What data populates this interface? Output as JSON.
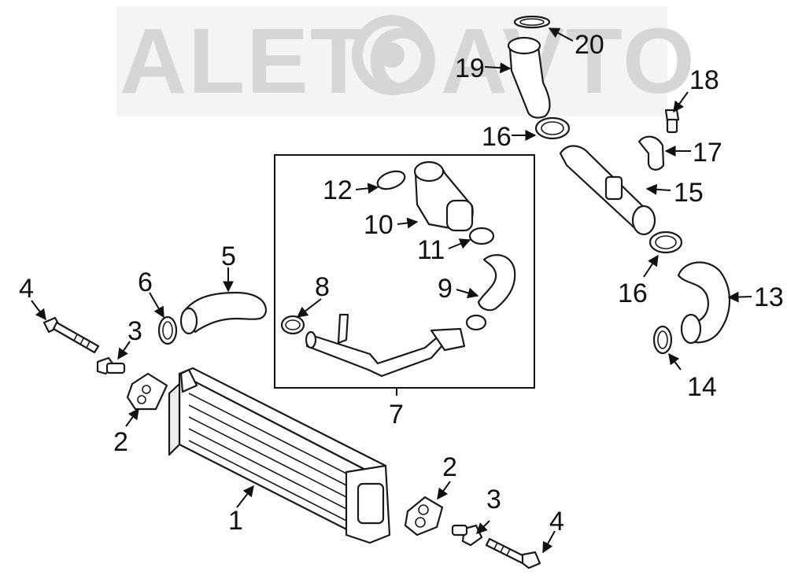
{
  "watermark": {
    "text": "ALETOAVTO"
  },
  "callouts": {
    "c1": "1",
    "c2a": "2",
    "c2b": "2",
    "c3a": "3",
    "c3b": "3",
    "c4a": "4",
    "c4b": "4",
    "c5": "5",
    "c6": "6",
    "c7": "7",
    "c8": "8",
    "c9": "9",
    "c10": "10",
    "c11": "11",
    "c12": "12",
    "c13": "13",
    "c14": "14",
    "c15": "15",
    "c16a": "16",
    "c16b": "16",
    "c17": "17",
    "c18": "18",
    "c19": "19",
    "c20": "20"
  },
  "colors": {
    "line": "#1a1a1a",
    "watermark": "#d6d6d6",
    "background": "#ffffff"
  }
}
